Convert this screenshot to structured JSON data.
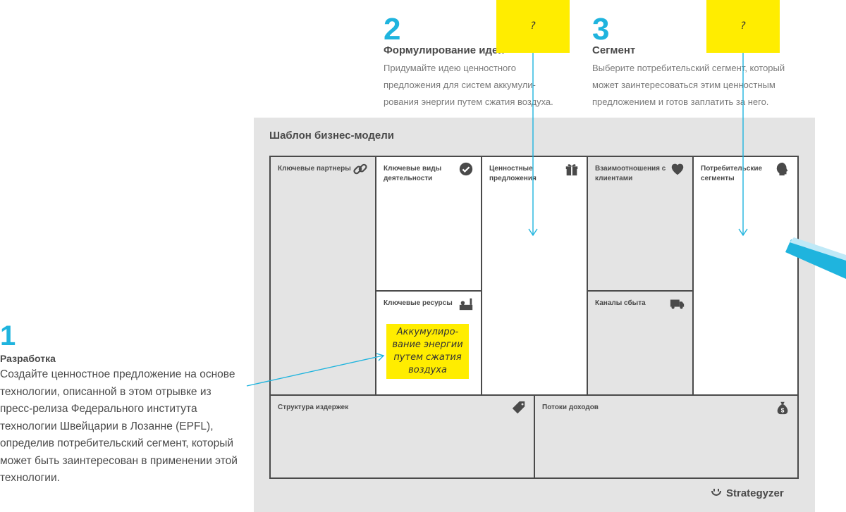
{
  "steps": {
    "step1": {
      "number": "1",
      "title": "Разработка",
      "text": "Создайте ценностное предложение на основе технологии, описанной в этом отрывке из пресс-релиза Федерального института технологии Швейцарии в Лозанне (EPFL), определив потребительский сегмент, который может быть заинтересован в применении этой технологии."
    },
    "step2": {
      "number": "2",
      "title": "Формулирование идеи",
      "text": "Придумайте идею ценностного предложения для систем аккумули-рования энергии путем сжатия воздуха.",
      "sticky": "?"
    },
    "step3": {
      "number": "3",
      "title": "Сегмент",
      "text": "Выберите потребительский сегмент, который может заинтересоваться этим ценностным предложением и готов заплатить за него.",
      "sticky": "?"
    }
  },
  "canvas": {
    "title": "Шаблон бизнес-модели",
    "blocks": {
      "key_partners": "Ключевые партнеры",
      "key_activities": "Ключевые виды деятельности",
      "value_propositions": "Ценностные предложения",
      "customer_relationships": "Взаимоотношения с клиентами",
      "customer_segments": "Потребительские сегменты",
      "key_resources": "Ключевые ресурсы",
      "channels": "Каналы сбыта",
      "cost_structure": "Структура издержек",
      "revenue_streams": "Потоки доходов"
    },
    "resource_note": "Аккумулиро-вание энергии путем сжатия воздуха",
    "logo": "Strategyzer"
  },
  "colors": {
    "accent": "#1fb4de",
    "sticky": "#ffed00",
    "border": "#4a4a4a",
    "panel": "#e4e4e4"
  },
  "icons": {
    "key_partners": "link-icon",
    "key_activities": "check-circle-icon",
    "value_propositions": "gift-icon",
    "customer_relationships": "heart-icon",
    "customer_segments": "head-icon",
    "key_resources": "factory-icon",
    "channels": "truck-icon",
    "cost_structure": "price-tag-icon",
    "revenue_streams": "money-bag-icon",
    "logo": "strategyzer-logo-icon"
  }
}
